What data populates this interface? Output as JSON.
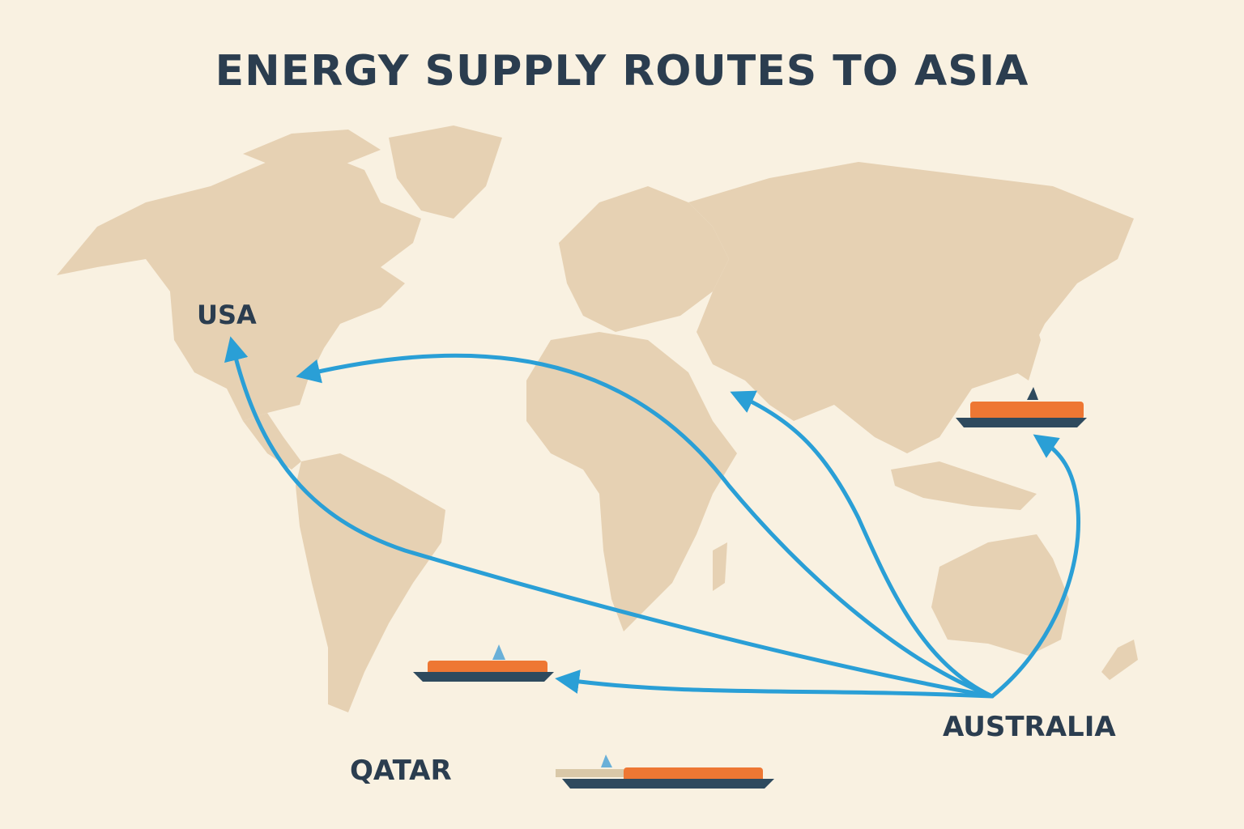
{
  "title": "ENERGY SUPPLY ROUTES TO ASIA",
  "labels": {
    "usa": "USA",
    "qatar": "QATAR",
    "australia": "AUSTRALIA"
  },
  "colors": {
    "background": "#f9f1e1",
    "land": "#e6d1b3",
    "route": "#2a9fd6",
    "text": "#2b3d4f",
    "tanker_cargo": "#ee7733",
    "tanker_hull": "#2e4a5e"
  },
  "routes": [
    {
      "from": "AUSTRALIA",
      "to": "USA (west coast)"
    },
    {
      "from": "AUSTRALIA",
      "to": "USA (east coast)"
    },
    {
      "from": "AUSTRALIA",
      "to": "Middle East"
    },
    {
      "from": "AUSTRALIA",
      "to": "East Asia"
    },
    {
      "from": "AUSTRALIA",
      "to": "QATAR"
    }
  ],
  "tankers": [
    "lng-tanker",
    "lng-tanker",
    "lng-tanker"
  ]
}
